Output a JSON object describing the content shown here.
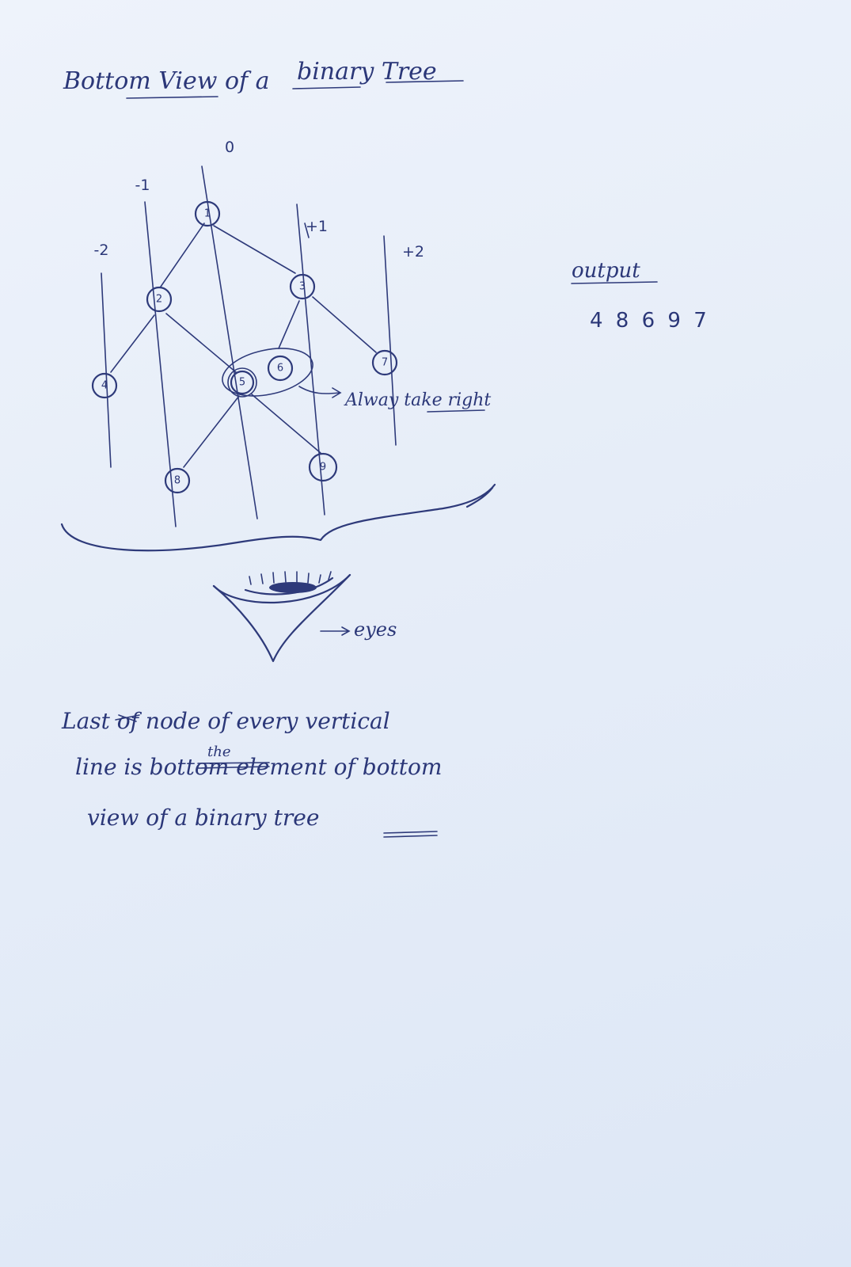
{
  "title": {
    "part1": "Bottom View of a",
    "part2": "binary Tree"
  },
  "vertical_lines": [
    {
      "label": "-2"
    },
    {
      "label": "-1"
    },
    {
      "label": "0"
    },
    {
      "label": "+1"
    },
    {
      "label": "+2"
    }
  ],
  "nodes": [
    {
      "id": "1",
      "label": "1"
    },
    {
      "id": "2",
      "label": "2"
    },
    {
      "id": "3",
      "label": "3"
    },
    {
      "id": "4",
      "label": "4"
    },
    {
      "id": "5",
      "label": "5"
    },
    {
      "id": "6",
      "label": "6"
    },
    {
      "id": "7",
      "label": "7"
    },
    {
      "id": "8",
      "label": "8"
    },
    {
      "id": "9",
      "label": "9"
    }
  ],
  "edges": [
    [
      "1",
      "2"
    ],
    [
      "1",
      "3"
    ],
    [
      "2",
      "4"
    ],
    [
      "2",
      "5"
    ],
    [
      "3",
      "6"
    ],
    [
      "3",
      "7"
    ],
    [
      "5",
      "8"
    ],
    [
      "5",
      "9"
    ]
  ],
  "annotation": {
    "text": "Alway take right"
  },
  "eye_label": "eyes",
  "output": {
    "heading": "output",
    "values": "4 8 6 9 7"
  },
  "note": {
    "line1": "Last of node of every vertical",
    "insert": "the",
    "line2": "line is bottom element of bottom",
    "line3": "view of a binary tree"
  }
}
